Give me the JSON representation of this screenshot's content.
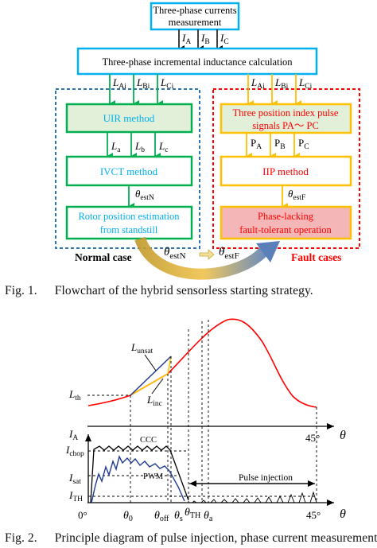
{
  "fig1": {
    "top_box": [
      "Three-phase currents",
      "measurement"
    ],
    "currents": {
      "a": "I",
      "a_sub": "A",
      "b": "I",
      "b_sub": "B",
      "c": "I",
      "c_sub": "C"
    },
    "calc_box": "Three-phase incremental inductance calculation",
    "inductances": {
      "l": "L",
      "a_sub": "Ai",
      "b_sub": "Bi",
      "c_sub": "Ci"
    },
    "normal": {
      "uir": "UIR method",
      "la_sub": "a",
      "lb_sub": "b",
      "lc_sub": "c",
      "ivct": "IVCT method",
      "theta_sub": "estN",
      "rotor": [
        "Rotor position estimation",
        "from standstill"
      ],
      "label": "Normal case"
    },
    "fault": {
      "pulse": [
        "Three position index pulse",
        "signals PA〜 PC"
      ],
      "p_sub_a": "A",
      "p_sub_b": "B",
      "p_sub_c": "C",
      "p": "P",
      "iip": "IIP method",
      "theta_sub": "estF",
      "phase": [
        "Phase-lacking",
        "fault-tolerant operation"
      ],
      "label": "Fault cases"
    },
    "transition": {
      "theta": "θ",
      "sub_n": "estN",
      "sub_f": "estF"
    },
    "caption_num": "Fig. 1.",
    "caption_text": "Flowchart of the hybrid sensorless starting strategy."
  },
  "fig2": {
    "top": {
      "l_unsat": "L",
      "l_unsat_sub": "unsat",
      "l_inc": "L",
      "l_inc_sub": "inc",
      "l_th": "L",
      "l_th_sub": "th",
      "angle_45": "45°",
      "theta": "θ"
    },
    "bottom": {
      "ia": "I",
      "ia_sub": "A",
      "ichop": "I",
      "ichop_sub": "chop",
      "isat": "I",
      "isat_sub": "sat",
      "ith": "I",
      "ith_sub": "TH",
      "ccc": "CCC",
      "pwm": "PWM",
      "pulse_injection": "Pulse injection",
      "x0": "0°",
      "t0": "θ",
      "t0_sub": "0",
      "toff": "θ",
      "toff_sub": "off",
      "ts": "θ",
      "ts_sub": "s",
      "tth": "θ",
      "tth_sub": "TH",
      "ta": "θ",
      "ta_sub": "a",
      "angle_45": "45°",
      "theta": "θ"
    },
    "caption_num": "Fig. 2.",
    "caption_text": "Principle diagram of pulse injection, phase current measurement"
  },
  "colors": {
    "cyan": "#00b0f0",
    "green": "#00b050",
    "red": "#ff0000",
    "orange": "#ffc000",
    "blue": "#2e75b6",
    "navy": "#1f3a93",
    "mint": "#e2f0d9",
    "pink": "#f4b6b6"
  }
}
